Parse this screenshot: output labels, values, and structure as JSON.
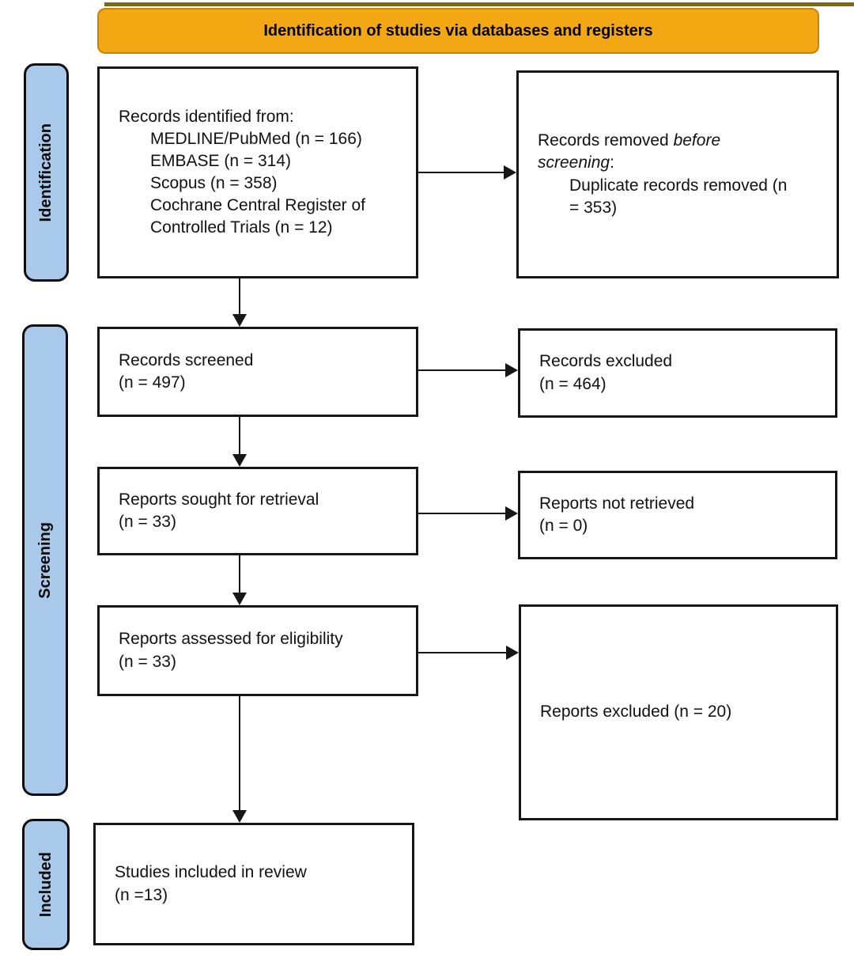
{
  "banner": {
    "title": "Identification of studies via databases and registers"
  },
  "sidebar": {
    "identification": "Identification",
    "screening": "Screening",
    "included": "Included"
  },
  "boxes": {
    "records_identified": {
      "title": "Records identified from:",
      "items": [
        "MEDLINE/PubMed (n = 166)",
        "EMBASE (n = 314)",
        "Scopus (n = 358)",
        "Cochrane Central Register of Controlled Trials (n = 12)"
      ]
    },
    "records_removed": {
      "title_prefix": "Records removed ",
      "title_italic": "before screening",
      "title_suffix": ":",
      "items": [
        "Duplicate records removed (n = 353)"
      ]
    },
    "records_screened": {
      "lines": [
        "Records screened",
        "(n = 497)"
      ]
    },
    "records_excluded": {
      "lines": [
        "Records excluded",
        "(n = 464)"
      ]
    },
    "reports_sought": {
      "lines": [
        "Reports sought for retrieval",
        "(n = 33)"
      ]
    },
    "reports_not_retrieved": {
      "lines": [
        "Reports not retrieved",
        "(n = 0)"
      ]
    },
    "reports_assessed": {
      "lines": [
        "Reports assessed for eligibility",
        "(n = 33)"
      ]
    },
    "reports_excluded": {
      "lines": [
        "Reports excluded (n = 20)"
      ]
    },
    "studies_included": {
      "lines": [
        "Studies included in review",
        "(n =13)"
      ]
    }
  },
  "colors": {
    "banner_fill": "#F3A712",
    "sidebar_fill": "#A9C9EB",
    "line": "#161616"
  }
}
